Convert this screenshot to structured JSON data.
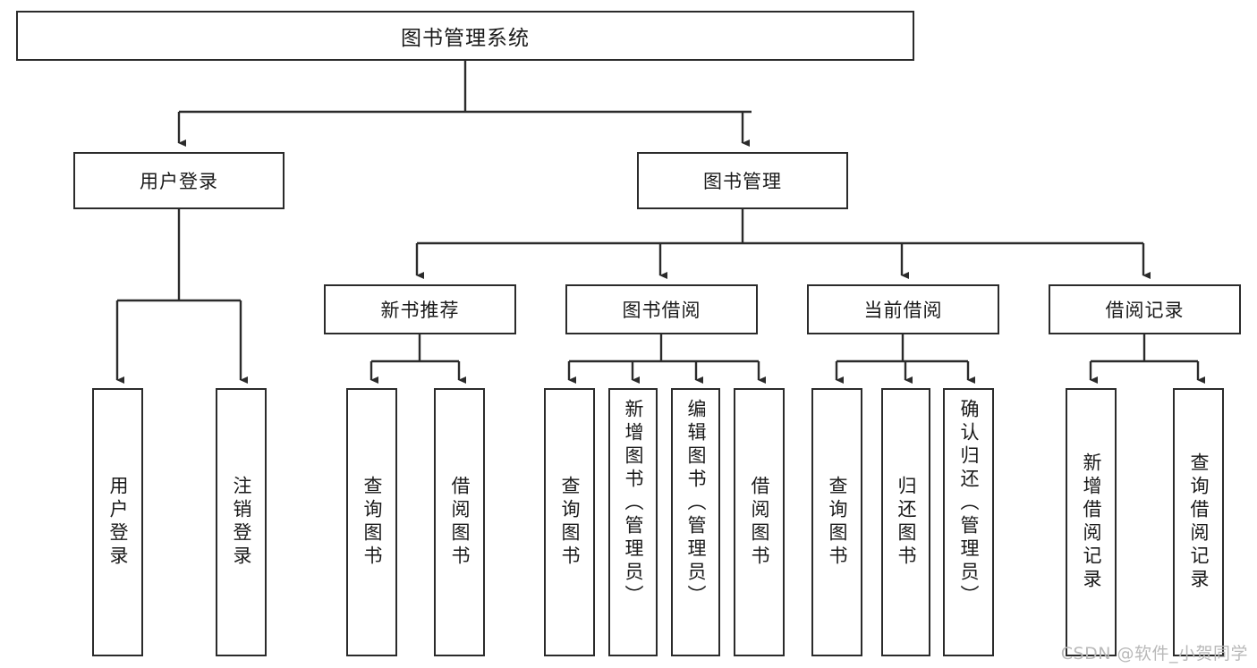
{
  "diagram": {
    "title": "图书管理系统",
    "root": {
      "label": "图书管理系统"
    },
    "level2": [
      {
        "label": "用户登录"
      },
      {
        "label": "图书管理"
      }
    ],
    "level3": [
      {
        "label": "新书推荐"
      },
      {
        "label": "图书借阅"
      },
      {
        "label": "当前借阅"
      },
      {
        "label": "借阅记录"
      }
    ],
    "leaves": [
      {
        "label": "用户登录",
        "parent": "用户登录"
      },
      {
        "label": "注销登录",
        "parent": "用户登录"
      },
      {
        "label": "查询图书",
        "parent": "新书推荐"
      },
      {
        "label": "借阅图书",
        "parent": "新书推荐"
      },
      {
        "label": "查询图书",
        "parent": "图书借阅"
      },
      {
        "label": "新增图书（管理员）",
        "parent": "图书借阅"
      },
      {
        "label": "编辑图书（管理员）",
        "parent": "图书借阅"
      },
      {
        "label": "借阅图书",
        "parent": "图书借阅"
      },
      {
        "label": "查询图书",
        "parent": "当前借阅"
      },
      {
        "label": "归还图书",
        "parent": "当前借阅"
      },
      {
        "label": "确认归还（管理员）",
        "parent": "当前借阅"
      },
      {
        "label": "新增借阅记录",
        "parent": "借阅记录"
      },
      {
        "label": "查询借阅记录",
        "parent": "借阅记录"
      }
    ],
    "watermark": "CSDN @软件_小贺同学",
    "colors": {
      "line": "#2b2b2b",
      "box_fill": "#ffffff",
      "text": "#1a1a1a",
      "watermark": "#b9b9b9"
    }
  }
}
